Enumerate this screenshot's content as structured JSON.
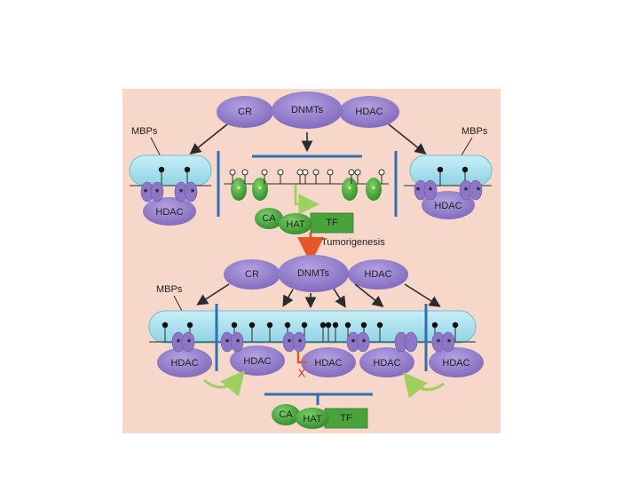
{
  "labels": {
    "cr": "CR",
    "dnmts": "DNMTs",
    "hdac": "HDAC",
    "mbps": "MBPs",
    "ca": "CA",
    "hat": "HAT",
    "tf": "TF",
    "tumorigenesis": "Tumorigenesis",
    "blocked": "X",
    "methyl_mark": "*"
  },
  "colors": {
    "panel_background": "#f6d7c9",
    "protein_purple": "#8d76c6",
    "methyl_binding_cyan": "#9fdbe9",
    "activator_green": "#4aa23c",
    "boundary_blue": "#2f6fb3",
    "arrow_dark": "#2b2b2b",
    "arrow_light_green": "#9fcf5e",
    "arrow_red": "#e5562b"
  },
  "state": {
    "top": "unmethylated promoter, transcription active",
    "bottom": "hypermethylated promoter, transcription silenced"
  }
}
